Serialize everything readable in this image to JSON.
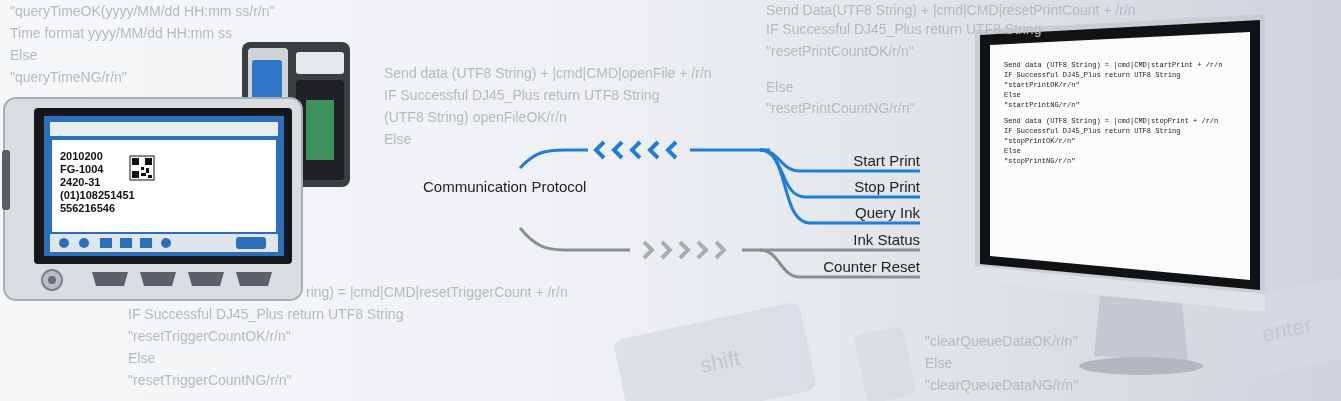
{
  "diagram": {
    "labels": [
      "Communication Protocol",
      "Start Print",
      "Stop Print",
      "Query Ink",
      "Ink Status",
      "Counter Reset",
      "2010200",
      "FG-1004",
      "2420-31",
      "(01)108251451",
      "556216546",
      "\"queryTimeOK(yyyy/MM/dd HH:mm ss/r/n\"",
      "Time format yyyy/MM/dd HH:mm ss",
      "Else",
      "\"queryTimeNG/r/n\"",
      "Send data (UTF8 String) + |cmd|CMD|openFile + /r/n",
      "IF Successful DJ45_Plus return UTF8 String",
      "(UTF8 String) openFileOK/r/n",
      "Else",
      "Send Data(UTF8 String) + |cmd|CMD|resetPrintCount + /r/n",
      "IF Successful DJ45_Plus return UTF8 String",
      "\"resetPrintCountOK/r/n\"",
      "Else",
      "\"resetPrintCountNG/r/n\"",
      "ring) = |cmd|CMD|resetTriggerCount + /r/n",
      "IF Successful DJ45_Plus return UTF8 String",
      "\"resetTriggerCountOK/r/n\"",
      "Else",
      "\"resetTriggerCountNG/r/n\"",
      "\"clearQueueDataOK/r/n\"",
      "Else",
      "\"clearQueueDataNG/r/n\"",
      "shift",
      "enter",
      "Send data (UTF8 String) = |cmd|CMD|startPrint + /r/n",
      "IF Successful DJ45_Plus return UTF8 String",
      "\"startPrintOK/r/n\"",
      "Else",
      "\"startPrintNG/r/n\"",
      "Send data (UTF8 String) = |cmd|CMD|stopPrint + /r/n",
      "IF Successful DJ45_Plus return UTF8 String",
      "\"stopPrintOK/r/n\"",
      "Else",
      "\"stopPrintNG/r/n\""
    ]
  }
}
